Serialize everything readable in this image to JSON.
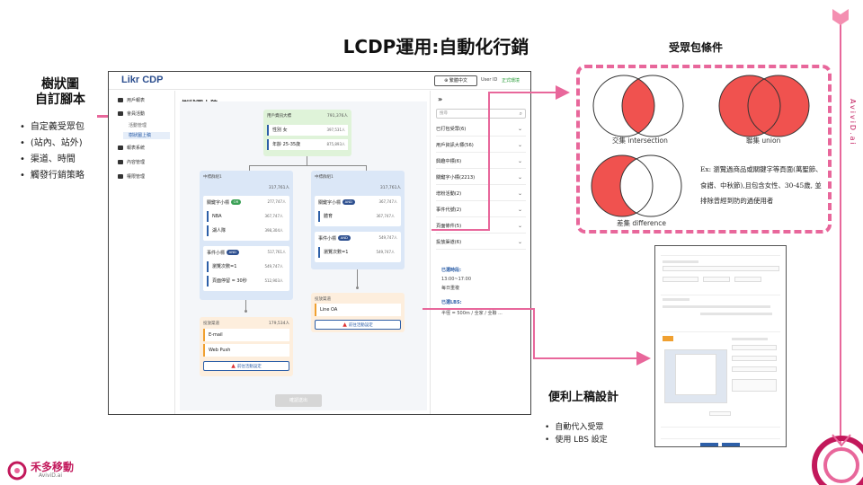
{
  "slide": {
    "title": "LCDP運用:自動化行銷"
  },
  "left_annotation": {
    "heading_line1": "樹狀圖",
    "heading_line2": "自訂腳本",
    "bullets": [
      "自定義受眾包",
      "(站內、站外)",
      "渠道、時間",
      "觸發行銷策略"
    ]
  },
  "app": {
    "logo": "Likr CDP",
    "lang_button": "繁體中文",
    "user_id": "User ID",
    "env": "正式環境",
    "sidebar": {
      "items": [
        "用戶報表",
        "會員活動",
        "報表系統",
        "內容管理",
        "權限管理"
      ],
      "subitems": [
        "活動管理",
        "樹狀圖上稿"
      ]
    },
    "canvas": {
      "title": "樹狀圖上稿",
      "root": {
        "title": "用戶資訊大標",
        "count": "791,376人",
        "rows": [
          {
            "label": "性別 女",
            "value": "397,531人"
          },
          {
            "label": "年齡 25-35歲",
            "value": "875,893人"
          }
        ]
      },
      "left_group": {
        "title": "中標群組1",
        "count": "317,761人",
        "card1": {
          "label": "關鍵字小標",
          "pill": "OR",
          "value": "277,747人",
          "rows": [
            {
              "label": "NBA",
              "value": "367,747人"
            },
            {
              "label": "湖人隊",
              "value": "398,304人"
            }
          ]
        },
        "card2": {
          "label": "事件小標",
          "pill": "AND",
          "value": "517,761人",
          "rows": [
            {
              "label": "瀏覽次數=1",
              "value": "549,747人"
            },
            {
              "label": "頁面停留 = 30秒",
              "value": "512,903人"
            }
          ]
        }
      },
      "right_group": {
        "title": "中標群組1",
        "count": "317,761人",
        "card1": {
          "label": "關鍵字小標",
          "pill": "AND",
          "value": "367,747人",
          "rows": [
            {
              "label": "體育",
              "value": "367,747人"
            }
          ]
        },
        "card2": {
          "label": "事件小標",
          "pill": "AND",
          "value": "549,747人",
          "rows": [
            {
              "label": "瀏覽次數=1",
              "value": "549,747人"
            }
          ]
        }
      },
      "left_channel": {
        "title": "投放渠道",
        "count": "179,534人",
        "rows": [
          "E-mail",
          "Web Push"
        ],
        "button": "前往活動設定"
      },
      "right_channel": {
        "title": "投放渠道",
        "rows": [
          "Line OA"
        ],
        "button": "前往活動設定"
      },
      "confirm": "確認送出"
    },
    "right_panel": {
      "toggle": "»",
      "search_placeholder": "搜尋",
      "items": [
        "已打包受眾(6)",
        "用戶資訊大標(56)",
        "興趣中標(6)",
        "關鍵字小標(2213)",
        "增粉活動(2)",
        "事件代號(2)",
        "頁面條件(5)",
        "投放渠道(6)"
      ],
      "time_label": "已選時段:",
      "time_value": "13:00~17:00",
      "time_freq": "每日重複",
      "lbs_label": "已選LBS:",
      "lbs_value": "半徑 = 500m / 全家 / 全聯 ..."
    }
  },
  "conditions": {
    "title": "受眾包條件",
    "intersection": "交集 intersection",
    "union": "聯集 union",
    "difference": "差集 difference",
    "example": "Ex: 瀏覽過商品或關鍵字等頁面(萬聖節、食譜、中秋節),且包含女性、30-45歲, 並排除曾經到防的過使用者"
  },
  "convenient": {
    "title": "便利上稿設計",
    "bullets": [
      "自動代入受眾",
      "使用 LBS 設定"
    ]
  },
  "brand": {
    "name": "禾多移動",
    "sub": "AviviD.ai",
    "vertical": "AviviD.ai"
  },
  "colors": {
    "accent_pink": "#e8679b",
    "venn_red": "#f0524f",
    "brand_magenta": "#c2185b"
  }
}
